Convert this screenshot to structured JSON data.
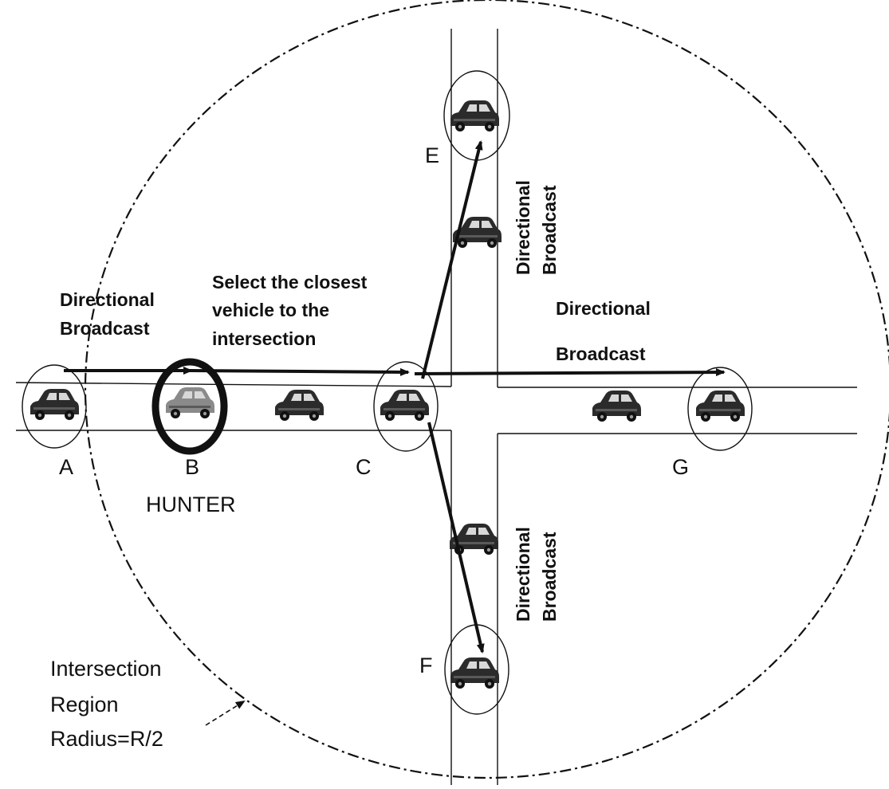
{
  "labels": {
    "directional_broadcast_left": [
      "Directional",
      "Broadcast"
    ],
    "select_note": [
      "Select the closest",
      "vehicle to the",
      "intersection"
    ],
    "directional_broadcast_right": [
      "Directional",
      "Broadcast"
    ],
    "vertical_top": [
      "Directional",
      "Broadcast"
    ],
    "vertical_bottom": [
      "Directional",
      "Broadcast"
    ],
    "hunter": "HUNTER",
    "region_note": [
      "Intersection",
      "Region",
      "Radius=R/2"
    ]
  },
  "vehicles": [
    {
      "id": "A",
      "label": "A",
      "circled": true,
      "hunter": false
    },
    {
      "id": "B",
      "label": "B",
      "circled": false,
      "hunter": true
    },
    {
      "id": "mid-BC",
      "label": "",
      "circled": false,
      "hunter": false
    },
    {
      "id": "C",
      "label": "C",
      "circled": true,
      "hunter": false
    },
    {
      "id": "mid-CG",
      "label": "",
      "circled": false,
      "hunter": false
    },
    {
      "id": "G",
      "label": "G",
      "circled": true,
      "hunter": false
    },
    {
      "id": "E",
      "label": "E",
      "circled": true,
      "hunter": false
    },
    {
      "id": "mid-CE",
      "label": "",
      "circled": false,
      "hunter": false
    },
    {
      "id": "mid-CF",
      "label": "",
      "circled": false,
      "hunter": false
    },
    {
      "id": "F",
      "label": "F",
      "circled": true,
      "hunter": false
    }
  ],
  "colors": {
    "line": "#111111",
    "car": "#2b2b2b",
    "hunter_car": "#8a8a8a",
    "window": "#d8d8d8"
  }
}
